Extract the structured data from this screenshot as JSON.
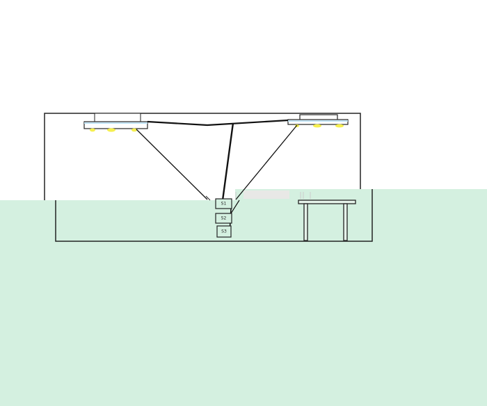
{
  "diagram": {
    "colors": {
      "background": "#ffffff",
      "floor": "#d4f0e0",
      "wall": "#222222",
      "wire": "#111111",
      "bulb": "#f5ef50",
      "fixture_tint": "#bfe3f5",
      "table": "#e6f3ea"
    },
    "switches": [
      {
        "label": "S1"
      },
      {
        "label": "S2"
      },
      {
        "label": "S3"
      }
    ],
    "light_fixtures": [
      {
        "name": "left-light-fixture",
        "bulbs": 3
      },
      {
        "name": "right-light-fixture",
        "bulbs": 3
      }
    ]
  }
}
